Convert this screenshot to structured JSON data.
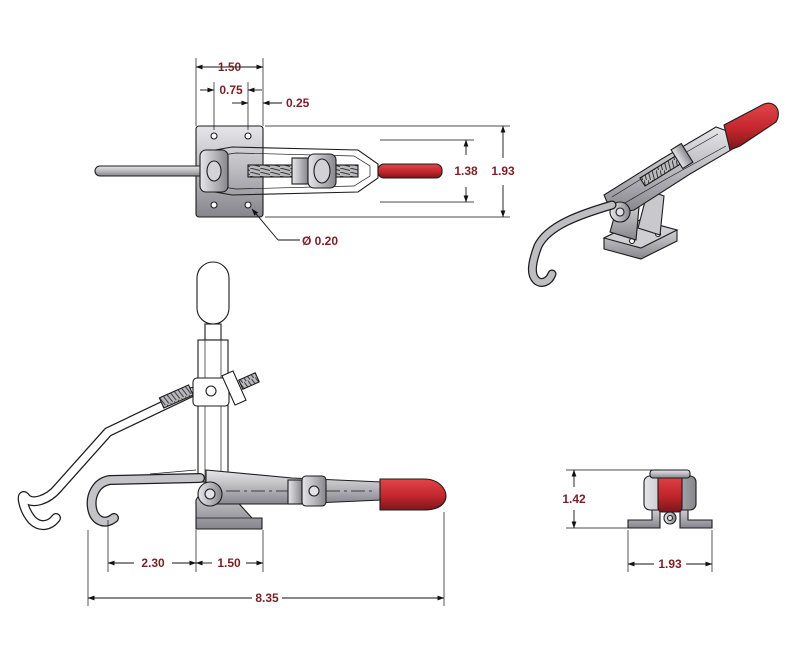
{
  "colors": {
    "dimension_text": "#7a1f25",
    "metal": "#c4c4c8",
    "metal_dark": "#8e8e94",
    "handle_red": "#c2272d",
    "handle_red_dark": "#8e1a1f",
    "line": "#1d1d1d"
  },
  "dimensions": {
    "top_width": "1.50",
    "top_hole_spacing": "0.75",
    "top_edge_offset": "0.25",
    "top_inner_height": "1.38",
    "top_overall_height": "1.93",
    "hole_diameter": "Ø 0.20",
    "side_hook_reach": "2.30",
    "side_base_width": "1.50",
    "side_overall_length": "8.35",
    "end_height": "1.42",
    "end_width": "1.93"
  }
}
